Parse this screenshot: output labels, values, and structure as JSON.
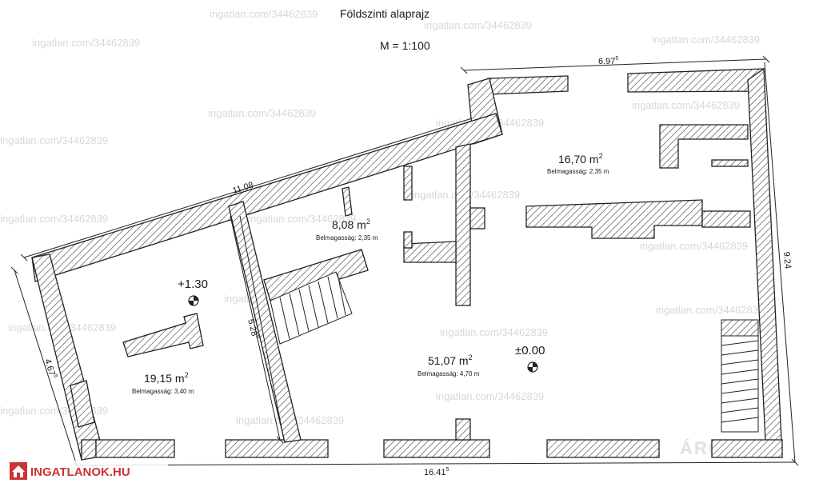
{
  "title": "Földszinti alaprajz",
  "scale": "M = 1:100",
  "rooms": [
    {
      "area": "16,70 m",
      "height": "Belmagasság: 2,35 m"
    },
    {
      "area": "8,08 m",
      "height": "Belmagasság: 2,35 m"
    },
    {
      "area": "19,15 m",
      "height": "Belmagasság: 3,40 m"
    },
    {
      "area": "51,07 m",
      "height": "Belmagasság: 4,70 m"
    }
  ],
  "area_superscript": "2",
  "levels": [
    "+1.30",
    "±0.00"
  ],
  "dimensions": [
    "6.97",
    "11.08",
    "9.24",
    "5.28",
    "4.67",
    "16.41"
  ],
  "dimension_superscript": "5",
  "watermark": "ingatlan.com/34462839",
  "logo": {
    "text": "INGATLANOK.HU",
    "color": "#cc3333"
  },
  "watermark_logo": "ÁROS",
  "colors": {
    "wall_outline": "#222222",
    "hatch": "#555555",
    "watermark": "#d8d8d8"
  }
}
